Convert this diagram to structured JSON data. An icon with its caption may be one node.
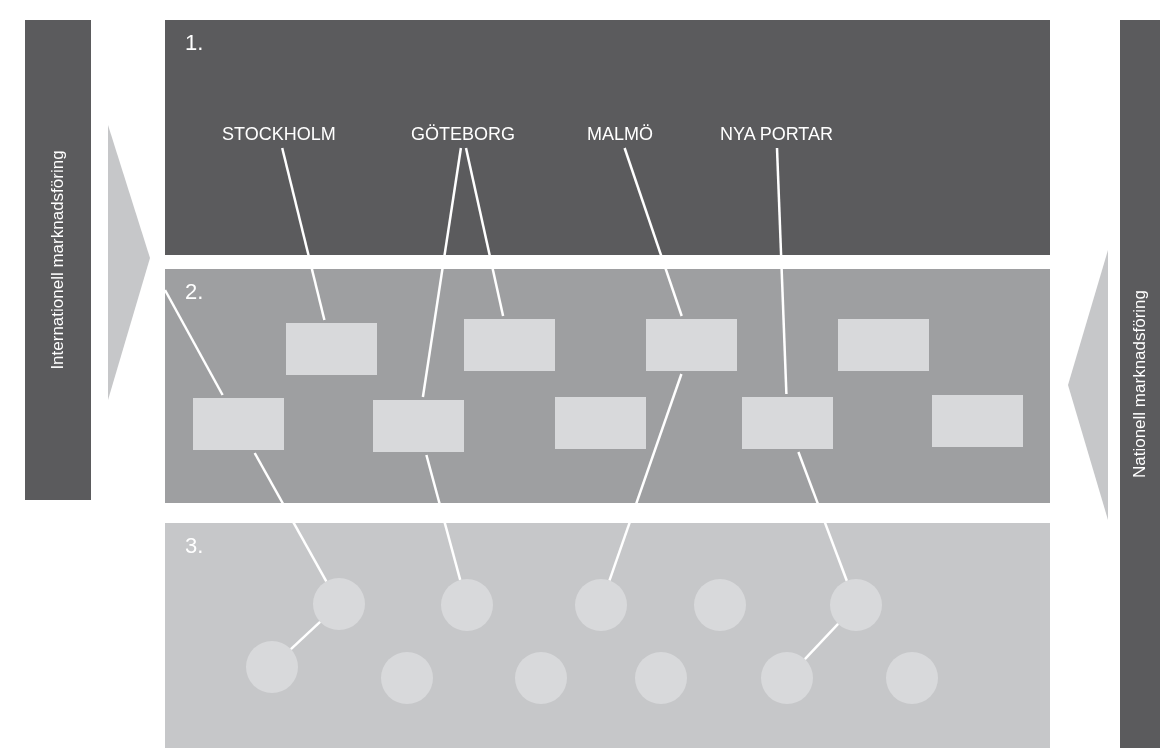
{
  "diagram": {
    "nodes": [
      {
        "text": [
          "1."
        ]
      },
      {
        "text": [
          "STOCKHOLM"
        ],
        "in": 0
      },
      {
        "text": [
          "GÖTEBORG"
        ],
        "in": 0
      },
      {
        "text": [
          "MALMÖ"
        ],
        "in": 0
      },
      {
        "text": [
          "NYA PORTAR"
        ],
        "in": 0
      },
      {
        "text": [
          "2."
        ]
      },
      {
        "text": [],
        "shape": "box",
        "in": 5
      },
      {
        "text": [],
        "shape": "box",
        "in": 5
      },
      {
        "text": [],
        "shape": "box",
        "in": 5
      },
      {
        "text": [],
        "shape": "box",
        "in": 5
      },
      {
        "text": [],
        "shape": "box",
        "in": 5
      },
      {
        "text": [],
        "shape": "box",
        "in": 5
      },
      {
        "text": [],
        "shape": "box",
        "in": 5
      },
      {
        "text": [],
        "shape": "box",
        "in": 5
      },
      {
        "text": [],
        "shape": "box",
        "in": 5
      },
      {
        "text": [
          "3."
        ]
      },
      {
        "text": [],
        "shape": "circle",
        "in": 15
      },
      {
        "text": [],
        "shape": "circle",
        "in": 15
      },
      {
        "text": [],
        "shape": "circle",
        "in": 15
      },
      {
        "text": [],
        "shape": "circle",
        "in": 15
      },
      {
        "text": [],
        "shape": "circle",
        "in": 15
      },
      {
        "text": [],
        "shape": "circle",
        "in": 15
      },
      {
        "text": [],
        "shape": "circle",
        "in": 15
      },
      {
        "text": [],
        "shape": "circle",
        "in": 15
      },
      {
        "text": [],
        "shape": "circle",
        "in": 15
      },
      {
        "text": [],
        "shape": "circle",
        "in": 15
      },
      {
        "text": [],
        "shape": "circle",
        "in": 15
      },
      {
        "text": [
          "Internationell marknadsföring"
        ]
      },
      {
        "text": [
          "Nationell marknadsföring"
        ]
      }
    ],
    "edges": [
      {
        "from": 1,
        "to": 7,
        "arrow": "none"
      },
      {
        "from": 2,
        "to": 9,
        "arrow": "none"
      },
      {
        "from": 2,
        "to": 8,
        "arrow": "none"
      },
      {
        "from": 3,
        "to": 11,
        "arrow": "none"
      },
      {
        "from": 4,
        "to": 12,
        "arrow": "none"
      },
      {
        "from": null,
        "to": 6,
        "arrow": "none"
      },
      {
        "from": 6,
        "to": 17,
        "arrow": "none"
      },
      {
        "from": 8,
        "to": 19,
        "arrow": "none"
      },
      {
        "from": 11,
        "to": 21,
        "arrow": "none"
      },
      {
        "from": 12,
        "to": 25,
        "arrow": "none"
      },
      {
        "from": 17,
        "to": 16,
        "arrow": "none"
      },
      {
        "from": 25,
        "to": 24,
        "arrow": "none"
      },
      {
        "from": 27,
        "to": null,
        "arrow": "to"
      },
      {
        "from": 28,
        "to": null,
        "arrow": "to"
      }
    ]
  }
}
